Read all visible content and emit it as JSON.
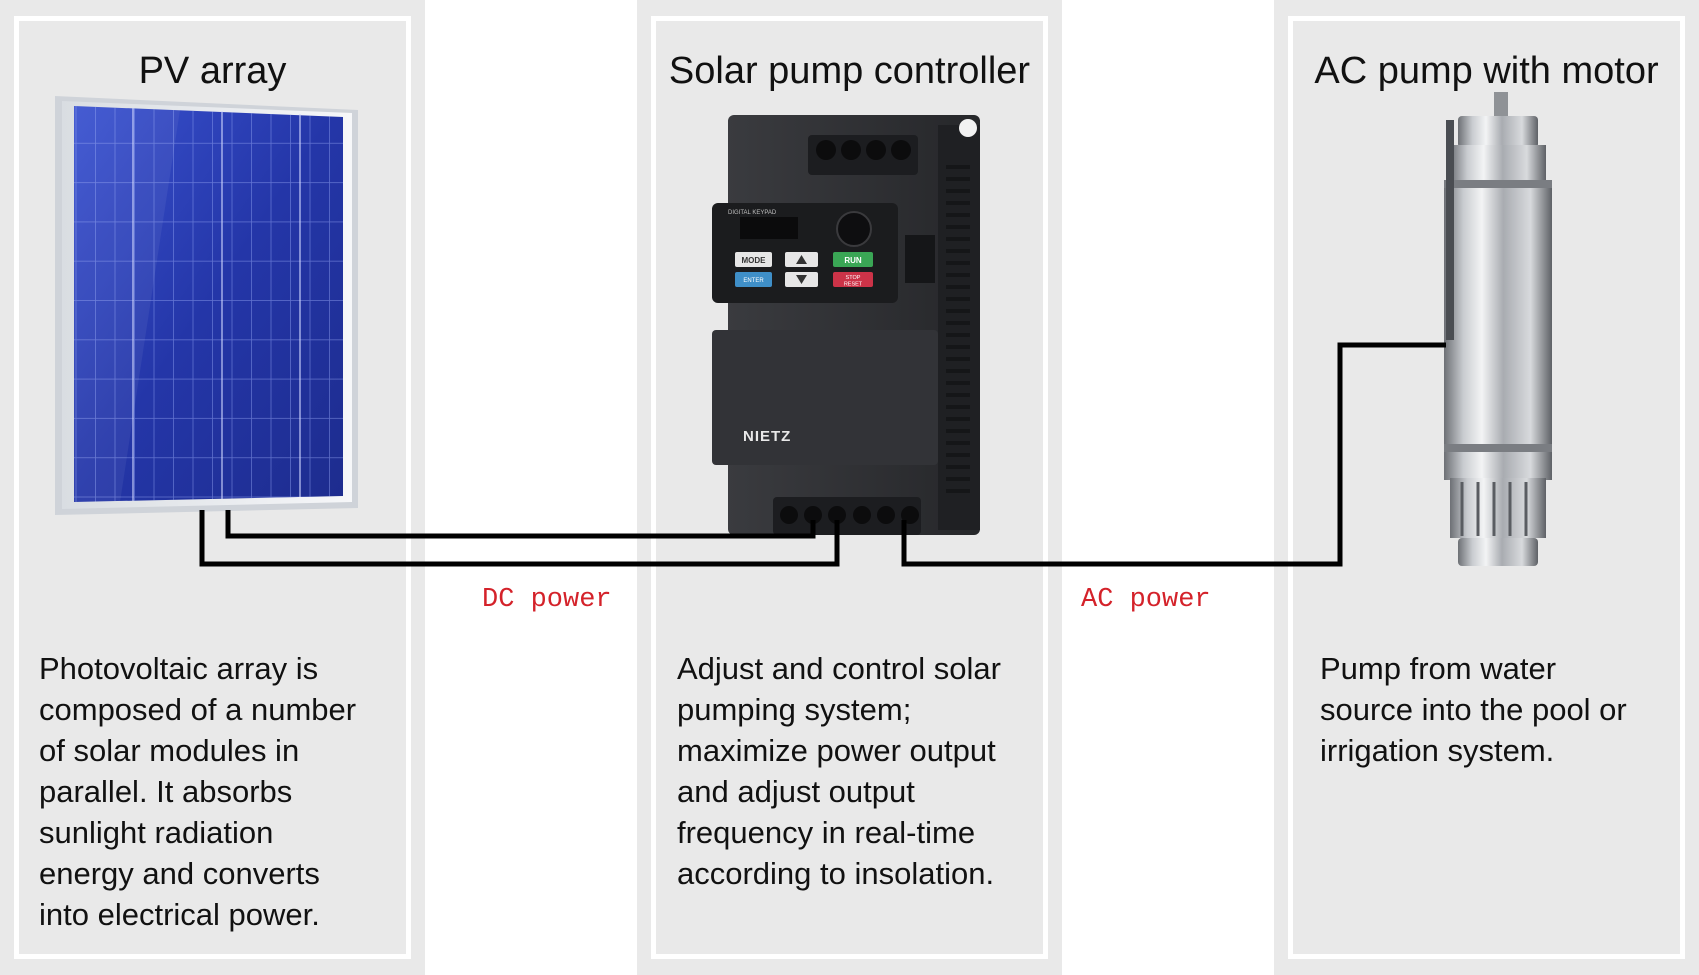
{
  "panels": {
    "pv": {
      "title": "PV array",
      "description": "Photovoltaic array is\ncomposed of a  number\nof  solar  modules in\nparallel.  It  absorbs\nsunlight radiation\nenergy and converts\ninto electrical power."
    },
    "controller": {
      "title": "Solar pump controller",
      "description": "Adjust and control solar\npumping system;\nmaximize power output\nand adjust output\nfrequency in  real-time\naccording to insolation."
    },
    "pump": {
      "title": "AC pump with motor",
      "description": "Pump from water\nsource into the pool or\nirrigation system."
    }
  },
  "connections": {
    "dc_label": "DC power",
    "ac_label": "AC power"
  },
  "device": {
    "brand": "NIETZ",
    "keypad_title": "DIGITAL KEYPAD",
    "keys": {
      "mode": "MODE",
      "run": "RUN",
      "enter": "ENTER",
      "stop": "STOP",
      "reset": "RESET"
    }
  },
  "colors": {
    "panel_bg": "#e9e9e9",
    "label_red": "#d4222a",
    "solar_blue": "#2a3fb8",
    "controller_body": "#2f3033",
    "run_green": "#3aa655",
    "stop_red": "#cc3348",
    "enter_blue": "#3f8fc8"
  }
}
